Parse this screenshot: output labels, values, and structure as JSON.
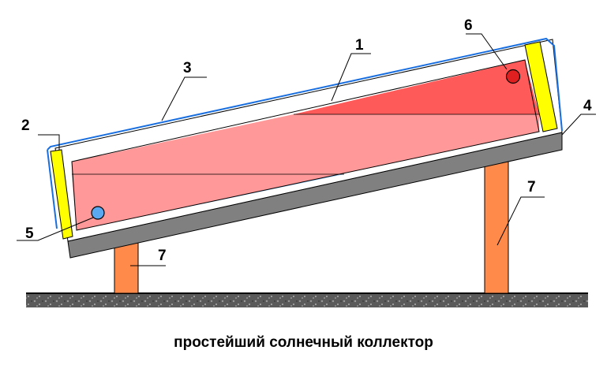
{
  "caption": "простейший солнечный коллектор",
  "callouts": {
    "absorber": "1",
    "insulation": "2",
    "glass_cover": "3",
    "base_plate": "4",
    "cold_inlet": "5",
    "hot_outlet": "6",
    "support_left": "7",
    "support_right": "7"
  },
  "colors": {
    "hot_water": "#ff5a5a",
    "warm_water": "#ff9898",
    "cold_water": "#8fc3f7",
    "insulation": "#ffff00",
    "base_plate": "#808080",
    "support": "#ff8a4a",
    "glass_cover": "#1a6fe0",
    "hot_port": "#e02020",
    "cold_port": "#5aa8f0"
  }
}
